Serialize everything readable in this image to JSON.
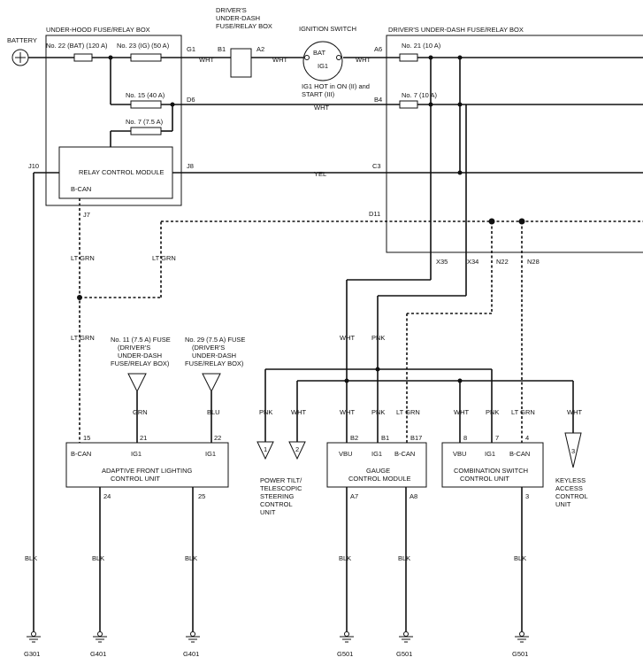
{
  "battery": {
    "label": "BATTERY"
  },
  "underhood_box": {
    "title": "UNDER-HOOD FUSE/RELAY BOX",
    "fuse22": "No. 22 (BAT) (120 A)",
    "fuse23": "No. 23 (IG) (50 A)",
    "fuse15": "No. 15 (40 A)",
    "fuse7": "No. 7 (7.5 A)",
    "pin_g1": "G1",
    "pin_d6": "D6",
    "pin_j8": "J8",
    "pin_j10": "J10",
    "pin_j7": "J7",
    "relay_module": "RELAY CONTROL MODULE",
    "bcan": "B-CAN"
  },
  "underdash_box_left": {
    "title_lines": [
      "DRIVER'S",
      "UNDER-DASH",
      "FUSE/RELAY BOX"
    ],
    "pin_b1": "B1",
    "pin_a2": "A2"
  },
  "ignition": {
    "title": "IGNITION SWITCH",
    "bat": "BAT",
    "ig1": "IG1",
    "note_lines": [
      "IG1 HOT in ON (II) and",
      "START (III)"
    ]
  },
  "underdash_box_right": {
    "title": "DRIVER'S UNDER-DASH FUSE/RELAY BOX",
    "fuse21": "No. 21 (10 A)",
    "fuse7": "No. 7 (10 A)",
    "pin_a6": "A6",
    "pin_b4": "B4",
    "pin_c3": "C3",
    "pin_d11": "D11",
    "pin_x35": "X35",
    "pin_x34": "X34",
    "pin_n22": "N22",
    "pin_n28": "N28"
  },
  "wires": {
    "wht": "WHT",
    "yel": "YEL",
    "ltgrn": "LT GRN",
    "pnk": "PNK",
    "grn": "GRN",
    "blu": "BLU",
    "blk": "BLK"
  },
  "fuse_refs": {
    "no11": [
      "No. 11 (7.5 A) FUSE",
      "(DRIVER'S",
      "UNDER-DASH",
      "FUSE/RELAY BOX)"
    ],
    "no29": [
      "No. 29 (7.5 A) FUSE",
      "(DRIVER'S",
      "UNDER-DASH",
      "FUSE/RELAY BOX)"
    ]
  },
  "afl_unit": {
    "title_lines": [
      "ADAPTIVE FRONT LIGHTING",
      "CONTROL UNIT"
    ],
    "bcan": "B-CAN",
    "ig1a": "IG1",
    "ig1b": "IG1",
    "pin15": "15",
    "pin21": "21",
    "pin22": "22",
    "pin24": "24",
    "pin25": "25"
  },
  "power_tilt": {
    "conn1": "1",
    "conn2": "2",
    "label_lines": [
      "POWER TILT/",
      "TELESCOPIC",
      "STEERING",
      "CONTROL",
      "UNIT"
    ]
  },
  "gauge_module": {
    "title_lines": [
      "GAUGE",
      "CONTROL MODULE"
    ],
    "vbu": "VBU",
    "ig1": "IG1",
    "bcan": "B-CAN",
    "pin_b2": "B2",
    "pin_b1": "B1",
    "pin_b17": "B17",
    "pin_a7": "A7",
    "pin_a8": "A8"
  },
  "combo_switch": {
    "title_lines": [
      "COMBINATION SWITCH",
      "CONTROL UNIT"
    ],
    "vbu": "VBU",
    "ig1": "IG1",
    "bcan": "B-CAN",
    "pin8": "8",
    "pin7": "7",
    "pin4": "4",
    "pin3": "3"
  },
  "keyless": {
    "conn3": "3",
    "label_lines": [
      "KEYLESS",
      "ACCESS",
      "CONTROL",
      "UNIT"
    ]
  },
  "grounds": {
    "g301": "G301",
    "g401a": "G401",
    "g401b": "G401",
    "g501a": "G501",
    "g501b": "G501",
    "g501c": "G501"
  }
}
